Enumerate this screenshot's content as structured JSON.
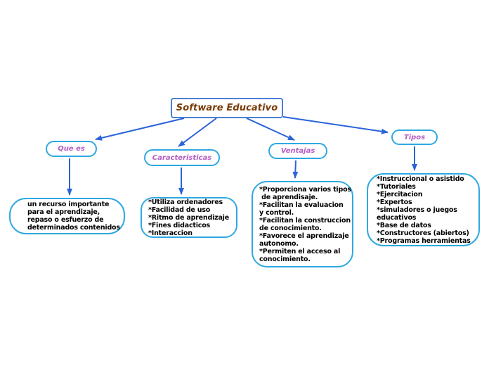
{
  "diagram": {
    "title": {
      "label": "Software Educativo"
    },
    "colors": {
      "arrow": "#2b63d9",
      "title_border": "#4b7fd6",
      "title_text": "#7b3b05",
      "branch_border": "#2fa8e1",
      "branch_text": "#b55ec6",
      "detail_border": "#2fa8e1",
      "detail_text": "#000000",
      "background": "#ffffff"
    },
    "branches": [
      {
        "id": "que-es",
        "label": "Que es",
        "detail": "un recurso importante\npara el aprendizaje,\nrepaso o esfuerzo de\ndeterminados contenidos"
      },
      {
        "id": "caracteristicas",
        "label": "Caracteristicas",
        "detail": "*Utiliza ordenadores\n*Facilidad de uso\n*Ritmo de aprendizaje\n*Fines didacticos\n*Interaccion"
      },
      {
        "id": "ventajas",
        "label": "Ventajas",
        "detail": "*Proporciona varios tipos\n de aprendisaje.\n*Facilitan la evaluacion\ny control.\n*Facilitan la construccion\nde conocimiento.\n*Favorece el aprendizaje\nautonomo.\n*Permiten el acceso al\nconocimiento."
      },
      {
        "id": "tipos",
        "label": "Tipos",
        "detail": "*Instruccional o asistido\n*Tutoriales\n*Ejercitacion\n*Expertos\n*simuladores o juegos\neducativos\n*Base de datos\n*Constructores (abiertos)\n*Programas herramientas"
      }
    ],
    "edges": [
      {
        "from": "title",
        "to": "que-es"
      },
      {
        "from": "title",
        "to": "caracteristicas"
      },
      {
        "from": "title",
        "to": "ventajas"
      },
      {
        "from": "title",
        "to": "tipos"
      },
      {
        "from": "que-es",
        "to": "que-es-detail"
      },
      {
        "from": "caracteristicas",
        "to": "caracteristicas-detail"
      },
      {
        "from": "ventajas",
        "to": "ventajas-detail"
      },
      {
        "from": "tipos",
        "to": "tipos-detail"
      }
    ]
  }
}
